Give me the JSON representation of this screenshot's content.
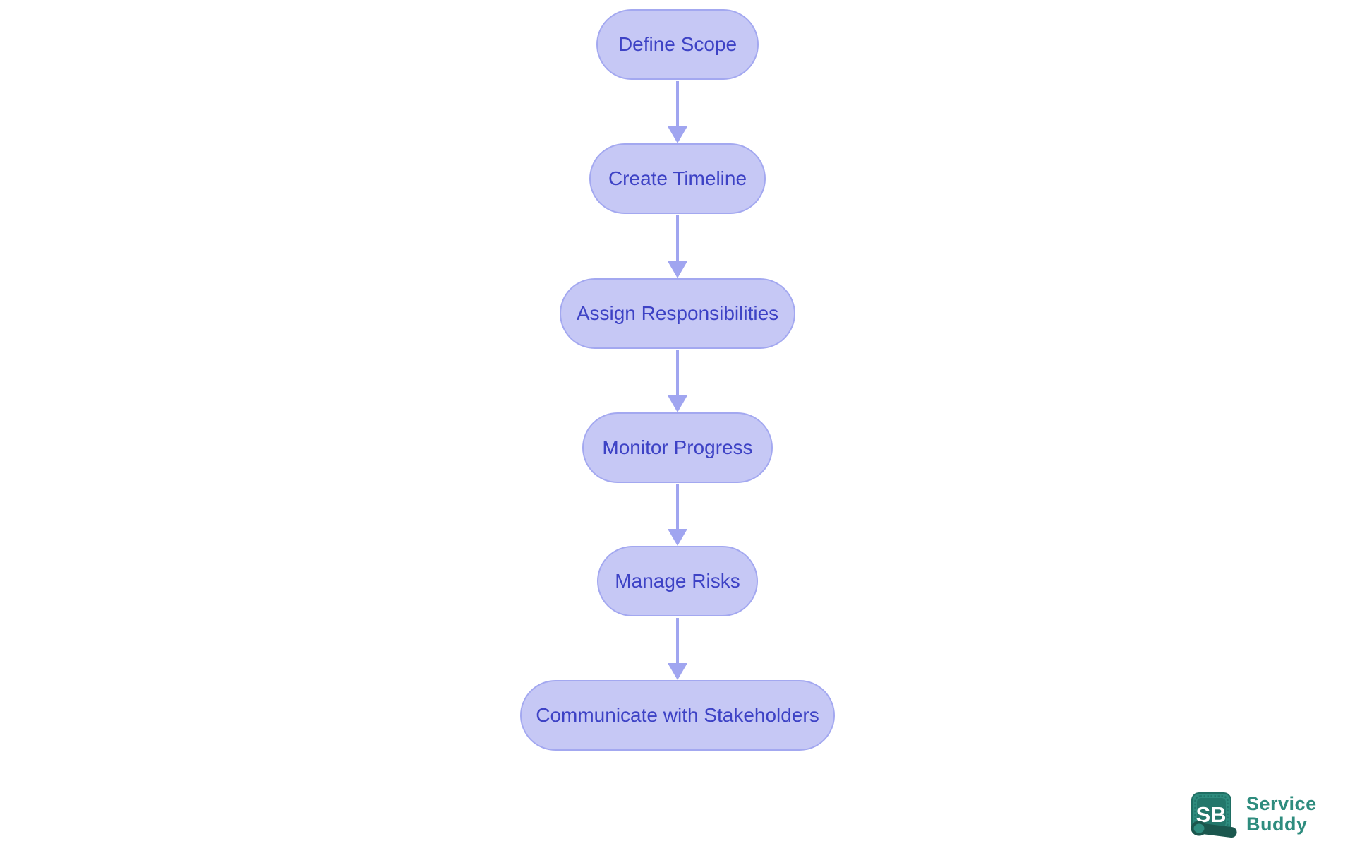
{
  "flowchart": {
    "type": "vertical-flow",
    "nodes": [
      {
        "label": "Define Scope"
      },
      {
        "label": "Create Timeline"
      },
      {
        "label": "Assign Responsibilities"
      },
      {
        "label": "Monitor Progress"
      },
      {
        "label": "Manage Risks"
      },
      {
        "label": "Communicate with Stakeholders"
      }
    ],
    "colors": {
      "node_fill": "#c6c8f5",
      "node_border": "#a3a8f0",
      "node_text": "#3d42c5",
      "arrow": "#a0a5f0",
      "background": "#ffffff"
    }
  },
  "branding": {
    "badge_initials": "SB",
    "name_line1": "Service",
    "name_line2": "Buddy",
    "brand_color": "#2e8c7e"
  }
}
